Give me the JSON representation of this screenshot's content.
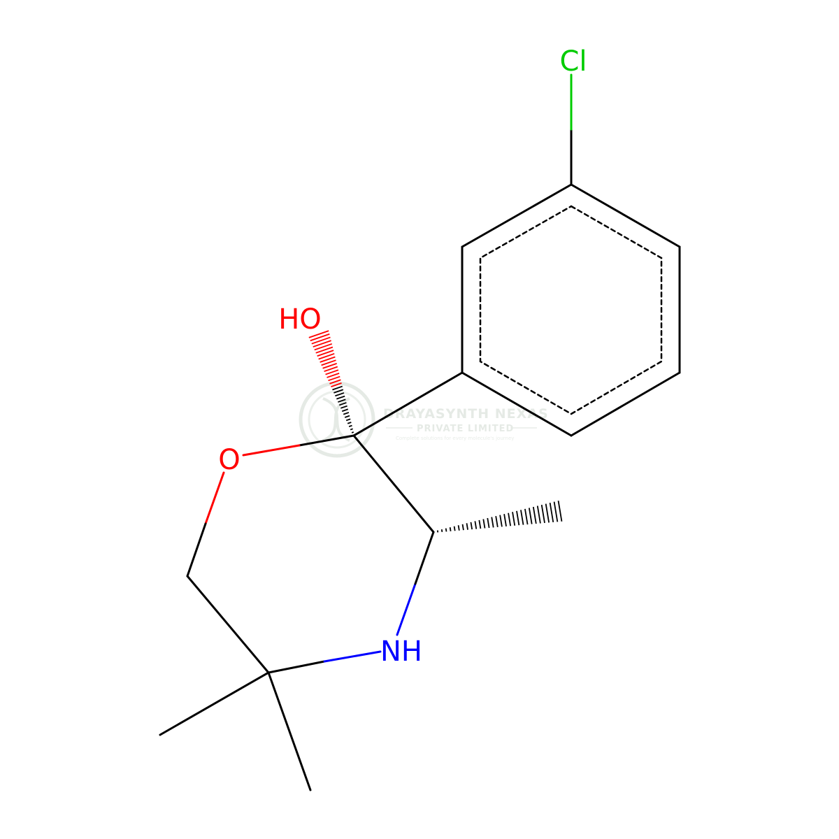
{
  "molecule": {
    "atoms": {
      "chlorine": "Cl",
      "hydroxyl": "HO",
      "ring_oxygen": "O",
      "amine": "NH"
    }
  },
  "colors": {
    "bond": "#000000",
    "chlorine": "#00cc00",
    "oxygen": "#ff0000",
    "nitrogen": "#0000ff",
    "watermark": "#e6ebe6"
  },
  "watermark": {
    "line1": "DRAYASYNTH NEXAS",
    "line2": "PRIVATE LIMITED",
    "line3": "Complete solutions for every molecule's journey"
  }
}
